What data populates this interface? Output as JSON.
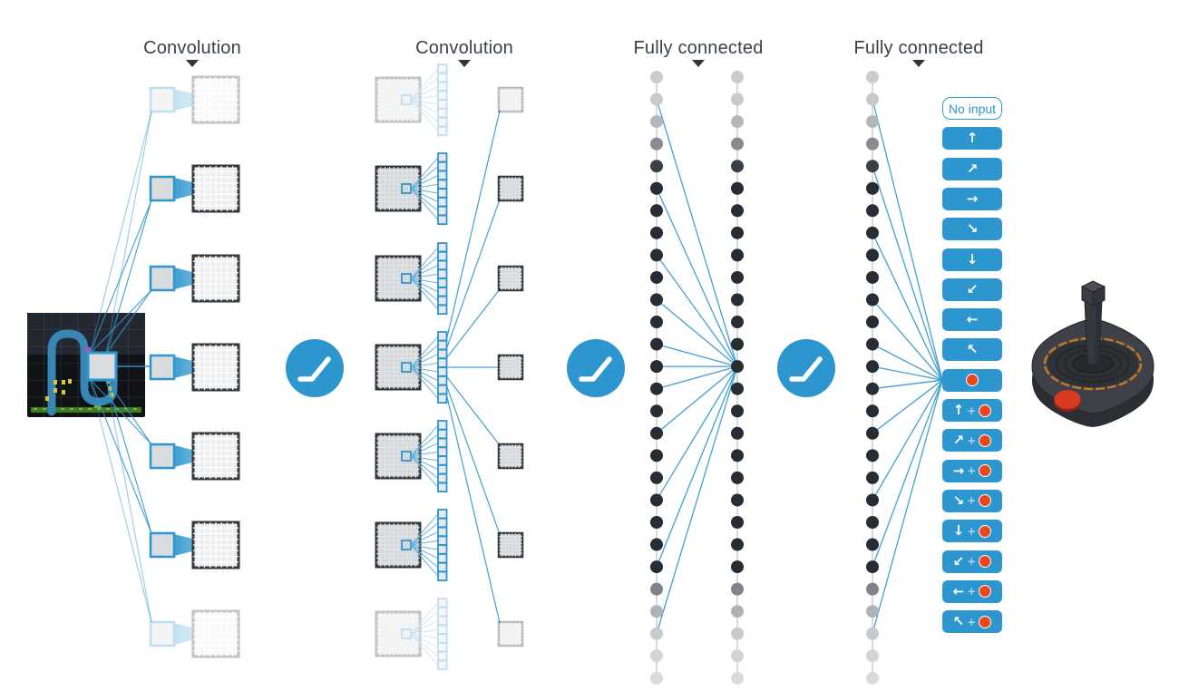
{
  "stages": [
    {
      "label": "Convolution",
      "marker_icon": "triangle-down-icon"
    },
    {
      "label": "Convolution",
      "marker_icon": "triangle-down-icon"
    },
    {
      "label": "Fully connected",
      "marker_icon": "triangle-down-icon"
    },
    {
      "label": "Fully connected",
      "marker_icon": "triangle-down-icon"
    }
  ],
  "colors": {
    "accent_blue": "#2e96ce",
    "light_blue_line": "#69b1da",
    "fire_red": "#e8481c",
    "map_border_dark": "#33383f",
    "map_fill_light": "#eceeef",
    "map_fill_gray": "#d5d8da",
    "dark_unit_dot": "#272d34",
    "label_text": "#3a4149",
    "game_bg": "#101216",
    "game_path_blue": "#3886b6",
    "game_ground_green": "#3e7a1f",
    "joystick_body": "#3e4148",
    "joystick_ring_orange": "#c8792a"
  },
  "input": {
    "icon": "atari-game-frame",
    "patch_icon": "receptive-field-patch"
  },
  "network": {
    "conv1": {
      "feature_maps": 7,
      "faded_rows": [
        0,
        6
      ]
    },
    "conv2": {
      "feature_maps": 7,
      "kernels_per_map": 8,
      "output_maps": 7,
      "faded_rows": [
        0,
        6
      ]
    },
    "relu": {
      "icon": "relu-activation-icon",
      "count": 3
    },
    "fc1": {
      "columns": 2,
      "units_per_column": 28,
      "connected_units": [
        1,
        5,
        8,
        10,
        12,
        13,
        14,
        16,
        19,
        22,
        25
      ],
      "target_unit": 13
    },
    "fc2": {
      "units": 28,
      "connected_units": [
        1,
        4,
        7,
        10,
        12,
        13,
        14,
        16,
        19,
        22,
        25
      ],
      "target_action": 9
    },
    "dot_fade_top": [
      "#c9cccf",
      "#c7cacc",
      "#b4b7ba",
      "#888c91",
      "#3a4046"
    ],
    "dot_fade_bottom": [
      "#80848a",
      "#b0b3b6",
      "#c8cbcd",
      "#d2d4d6",
      "#d8dadb"
    ]
  },
  "actions": {
    "plus": "+",
    "fire_icon": "fire-button-icon",
    "buttons": [
      {
        "name": "no-input",
        "label": "No input",
        "style": "outline"
      },
      {
        "name": "up",
        "arrow": "↑"
      },
      {
        "name": "up-right",
        "arrow": "↗"
      },
      {
        "name": "right",
        "arrow": "→"
      },
      {
        "name": "down-right",
        "arrow": "↘"
      },
      {
        "name": "down",
        "arrow": "↓"
      },
      {
        "name": "down-left",
        "arrow": "↙"
      },
      {
        "name": "left",
        "arrow": "←"
      },
      {
        "name": "up-left",
        "arrow": "↖"
      },
      {
        "name": "fire",
        "fire": true
      },
      {
        "name": "up-fire",
        "arrow": "↑",
        "fire": true
      },
      {
        "name": "up-right-fire",
        "arrow": "↗",
        "fire": true
      },
      {
        "name": "right-fire",
        "arrow": "→",
        "fire": true
      },
      {
        "name": "down-right-fire",
        "arrow": "↘",
        "fire": true
      },
      {
        "name": "down-fire",
        "arrow": "↓",
        "fire": true
      },
      {
        "name": "down-left-fire",
        "arrow": "↙",
        "fire": true
      },
      {
        "name": "left-fire",
        "arrow": "←",
        "fire": true
      },
      {
        "name": "up-left-fire",
        "arrow": "↖",
        "fire": true
      }
    ]
  },
  "joystick": {
    "icon": "atari-joystick"
  }
}
